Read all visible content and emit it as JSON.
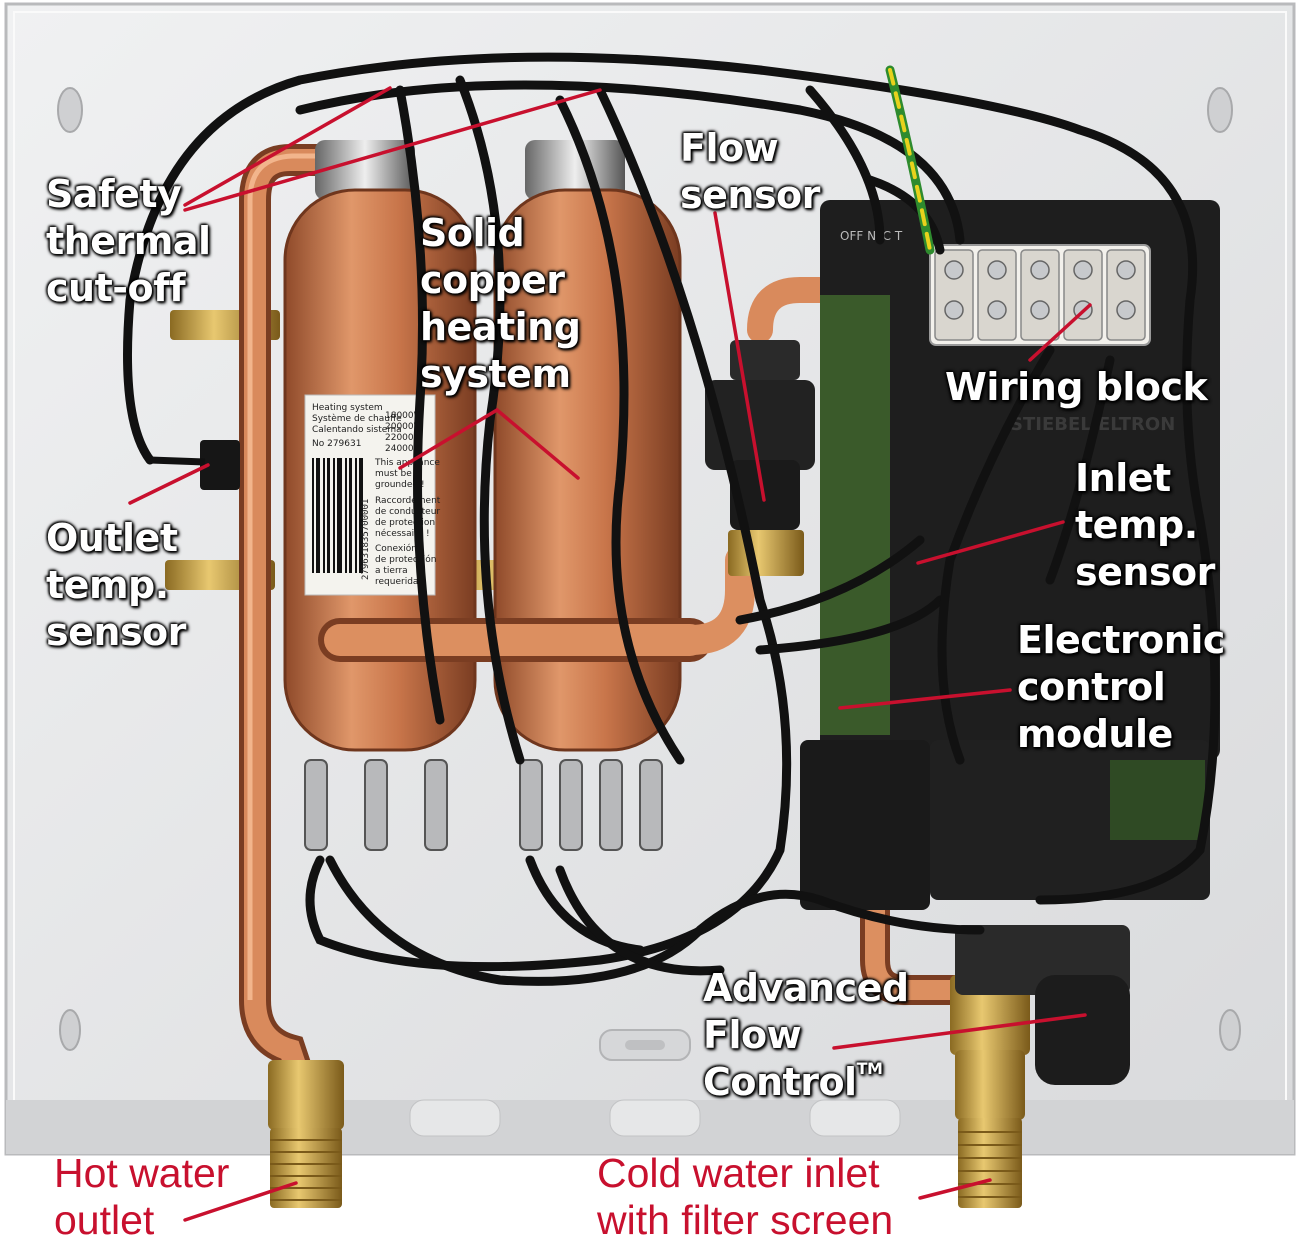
{
  "labels": {
    "safety_cutoff": [
      "Safety",
      "thermal",
      "cut-off"
    ],
    "copper_heating": [
      "Solid",
      "copper",
      "heating",
      "system"
    ],
    "flow_sensor": [
      "Flow",
      "sensor"
    ],
    "wiring_block": "Wiring block",
    "outlet_temp": [
      "Outlet",
      "temp.",
      "sensor"
    ],
    "inlet_temp": [
      "Inlet",
      "temp.",
      "sensor"
    ],
    "control_module": [
      "Electronic",
      "control",
      "module"
    ],
    "advanced_flow": [
      "Advanced",
      "Flow",
      "Control"
    ],
    "trademark": "TM",
    "hot_outlet": [
      "Hot water",
      "outlet"
    ],
    "cold_inlet": [
      "Cold water inlet",
      "with filter screen"
    ]
  },
  "component_label": {
    "heading": [
      "Heating system",
      "Système de chauffe",
      "Calentando sistema"
    ],
    "number": "No 279631",
    "wattages": [
      "18000W",
      "20000W",
      "22000W",
      "24000W"
    ],
    "ground_en": [
      "This appliance",
      "must be",
      "grounded !"
    ],
    "ground_fr": [
      "Raccordement",
      "de conducteur",
      "de protection",
      "nécessaire !"
    ],
    "ground_es": [
      "Conexión",
      "de protección",
      "a tierra",
      "requerida !"
    ],
    "barcode_text": "279631835700001"
  },
  "module_text": {
    "brand": "STIEBEL ELTRON",
    "terminals": "OFF NTC T"
  },
  "colors": {
    "label_white": "#ffffff",
    "callout_red": "#c8102e",
    "copper": "#c8754a",
    "brass": "#c9a146",
    "backplate": "#e4e5e6",
    "module_black": "#1e1e1e"
  }
}
